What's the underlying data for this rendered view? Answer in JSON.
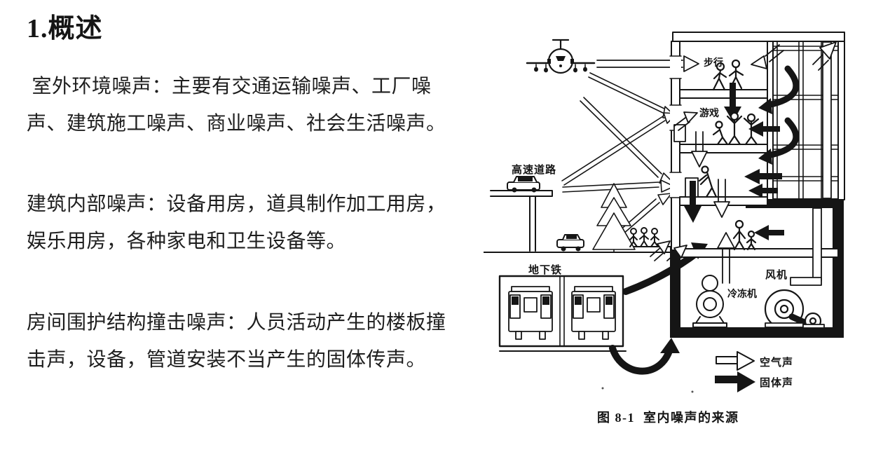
{
  "article": {
    "heading": "1.概述",
    "paragraphs": [
      " 室外环境噪声：主要有交通运输噪声、工厂噪声、建筑施工噪声、商业噪声、社会生活噪声。",
      "建筑内部噪声：设备用房，道具制作加工用房，娱乐用房，各种家电和卫生设备等。",
      "房间围护结构撞击噪声：人员活动产生的楼板撞击声，设备，管道安装不当产生的固体传声。"
    ]
  },
  "figure": {
    "labels": {
      "walking": "步行",
      "games": "游戏",
      "highway": "高速道路",
      "subway": "地下铁",
      "chiller": "冷冻机",
      "fan": "风机"
    },
    "legend": [
      {
        "label": "空气声"
      },
      {
        "label": "固体声"
      }
    ],
    "caption_no": "图 8-1",
    "caption_title": "室内噪声的来源"
  },
  "colors": {
    "ink": "#151515",
    "paper": "#ffffff"
  }
}
